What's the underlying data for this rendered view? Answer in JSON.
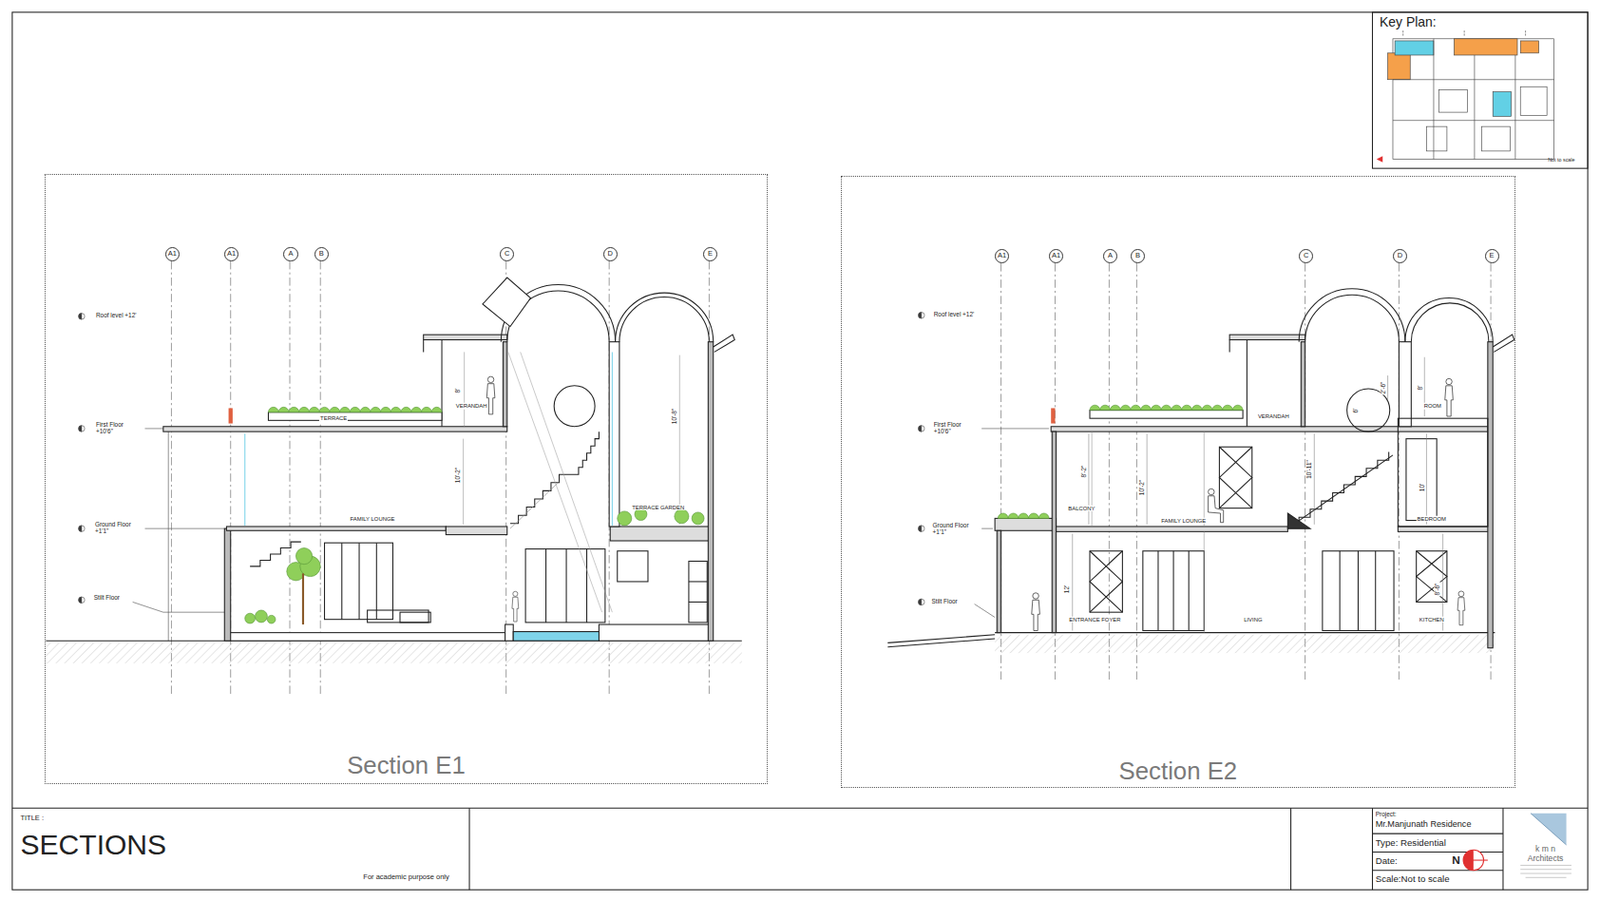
{
  "diagram": {
    "nodes": [
      {
        "text": [
          "Key Plan:",
          "Not to scale"
        ]
      },
      {
        "text": [
          "Section E1"
        ]
      },
      {
        "text": [
          "A1"
        ],
        "in": 1
      },
      {
        "text": [
          "A1"
        ],
        "in": 1
      },
      {
        "text": [
          "A"
        ],
        "in": 1
      },
      {
        "text": [
          "B"
        ],
        "in": 1
      },
      {
        "text": [
          "C"
        ],
        "in": 1
      },
      {
        "text": [
          "D"
        ],
        "in": 1
      },
      {
        "text": [
          "E"
        ],
        "in": 1
      },
      {
        "text": [
          "Section E2"
        ]
      },
      {
        "text": [
          "A1"
        ],
        "in": 9
      },
      {
        "text": [
          "A1"
        ],
        "in": 9
      },
      {
        "text": [
          "A"
        ],
        "in": 9
      },
      {
        "text": [
          "B"
        ],
        "in": 9
      },
      {
        "text": [
          "C"
        ],
        "in": 9
      },
      {
        "text": [
          "D"
        ],
        "in": 9
      },
      {
        "text": [
          "E"
        ],
        "in": 9
      },
      {
        "text": [
          "TITLE :",
          "SECTIONS",
          "For academic purpose only"
        ]
      },
      {
        "text": [
          "Project:",
          "Mr.Manjunath Residence"
        ]
      },
      {
        "text": [
          "Type: Residential"
        ]
      },
      {
        "text": [
          "Date:"
        ]
      },
      {
        "text": [
          "Scale:Not to scale"
        ]
      },
      {
        "text": [
          "k m n",
          "Architects"
        ]
      }
    ],
    "labels": [
      "Roof level +12'",
      "First Floor +10'6\"",
      "Ground Floor +1'1\"",
      "Stilt Floor",
      "TERRACE",
      "VERANDAH",
      "FAMILY LOUNGE",
      "TERRACE GARDEN",
      "8'",
      "10'-2\"",
      "10'-8\"",
      "Roof level +12'",
      "First Floor +10'6\"",
      "Ground Floor +1'1\"",
      "Stilt Floor",
      "VERANDAH",
      "ROOM",
      "BALCONY",
      "FAMILY LOUNGE",
      "BEDROOM",
      "ENTRANCE FOYER",
      "LIVING",
      "KITCHEN",
      "2'-6\"",
      "6'",
      "8'",
      "8'-2\"",
      "10'-2\"",
      "10'-11\"",
      "10'",
      "12'",
      "8'-6\"",
      "N"
    ]
  }
}
